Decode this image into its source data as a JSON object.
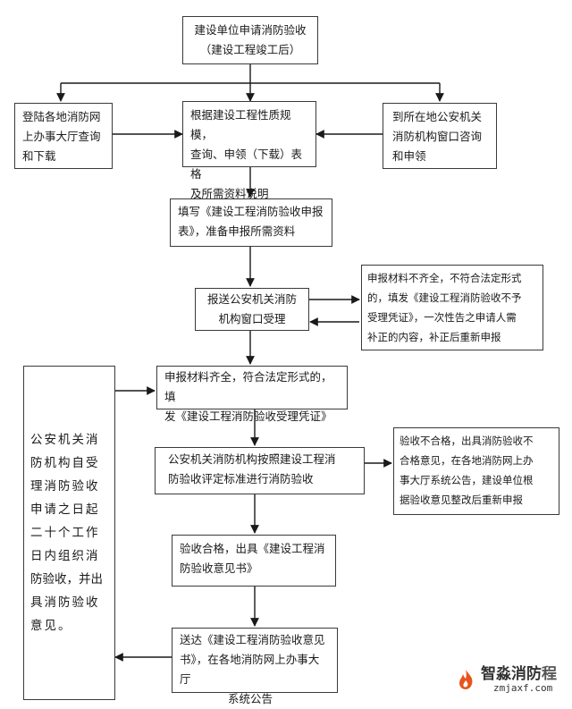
{
  "boxes": {
    "start": [
      "建设单位申请消防验收",
      "（建设工程竣工后）"
    ],
    "left_online": [
      "登陆各地消防网",
      "上办事大厅查询",
      "和下载"
    ],
    "middle_query": [
      "根据建设工程性质规模，",
      "查询、申领（下载）表格",
      "及所需资料说明"
    ],
    "right_window": [
      "到所在地公安机关",
      "消防机构窗口咨询",
      "和申领"
    ],
    "fill_form": [
      "填写《建设工程消防验收申报",
      "表》，准备申报所需资料"
    ],
    "submit": [
      "报送公安机关消防",
      "机构窗口受理"
    ],
    "incomplete": [
      "申报材料不齐全，不符合法定形式",
      "的，填发《建设工程消防验收不予",
      "受理凭证》，一次性告之申请人需",
      "补正的内容，补正后重新申报"
    ],
    "complete": [
      "申报材料齐全，符合法定形式的，填",
      "发《建设工程消防验收受理凭证》"
    ],
    "inspect": [
      "公安机关消防机构按照建设工程消",
      "防验收评定标准进行消防验收"
    ],
    "fail": [
      "验收不合格，出具消防验收不",
      "合格意见，在各地消防网上办",
      "事大厅系统公告，建设单位根",
      "据验收意见整改后重新申报"
    ],
    "pass": [
      "验收合格，出具《建设工程消",
      "防验收意见书》"
    ],
    "deliver": [
      "送达《建设工程消防验收意见",
      "书》，在各地消防网上办事大厅",
      "系统公告"
    ],
    "side_note": [
      "公安机关消",
      "防机构自受",
      "理消防验收",
      "申请之日起",
      "二十个工作",
      "日内组织消",
      "防验收，并出",
      "具消防验收",
      "意见。"
    ]
  },
  "watermark": {
    "name": "智淼消防",
    "trailing_char": "程",
    "site": "zmjaxf.com",
    "icon": "flame-logo-icon"
  }
}
